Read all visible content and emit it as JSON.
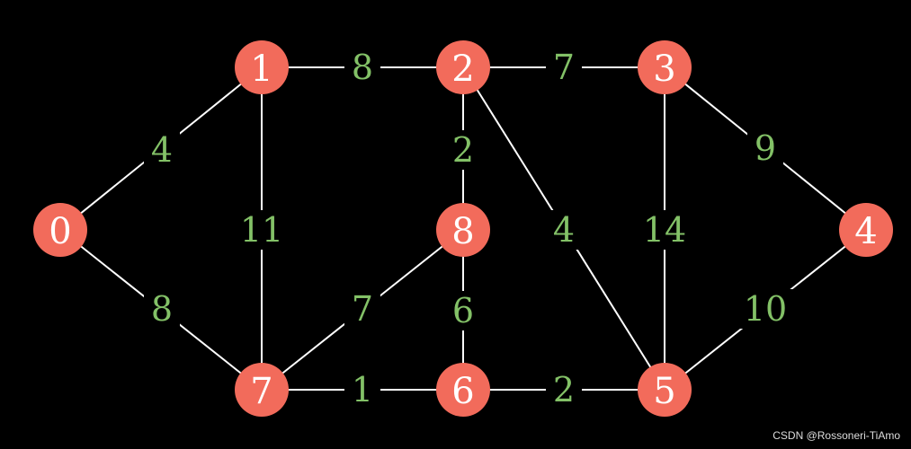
{
  "colors": {
    "background": "#000000",
    "node_fill": "#f26b5b",
    "node_text": "#ffffff",
    "edge": "#ffffff",
    "weight_text": "#83c167"
  },
  "nodes": [
    {
      "id": "0",
      "label": "0"
    },
    {
      "id": "1",
      "label": "1"
    },
    {
      "id": "2",
      "label": "2"
    },
    {
      "id": "3",
      "label": "3"
    },
    {
      "id": "4",
      "label": "4"
    },
    {
      "id": "5",
      "label": "5"
    },
    {
      "id": "6",
      "label": "6"
    },
    {
      "id": "7",
      "label": "7"
    },
    {
      "id": "8",
      "label": "8"
    }
  ],
  "edges": [
    {
      "from": "0",
      "to": "1",
      "weight": "4"
    },
    {
      "from": "0",
      "to": "7",
      "weight": "8"
    },
    {
      "from": "1",
      "to": "2",
      "weight": "8"
    },
    {
      "from": "1",
      "to": "7",
      "weight": "11"
    },
    {
      "from": "2",
      "to": "3",
      "weight": "7"
    },
    {
      "from": "2",
      "to": "8",
      "weight": "2"
    },
    {
      "from": "2",
      "to": "5",
      "weight": "4"
    },
    {
      "from": "3",
      "to": "4",
      "weight": "9"
    },
    {
      "from": "3",
      "to": "5",
      "weight": "14"
    },
    {
      "from": "4",
      "to": "5",
      "weight": "10"
    },
    {
      "from": "5",
      "to": "6",
      "weight": "2"
    },
    {
      "from": "6",
      "to": "7",
      "weight": "1"
    },
    {
      "from": "6",
      "to": "8",
      "weight": "6"
    },
    {
      "from": "7",
      "to": "8",
      "weight": "7"
    }
  ],
  "watermark": "CSDN @Rossoneri-TiAmo"
}
